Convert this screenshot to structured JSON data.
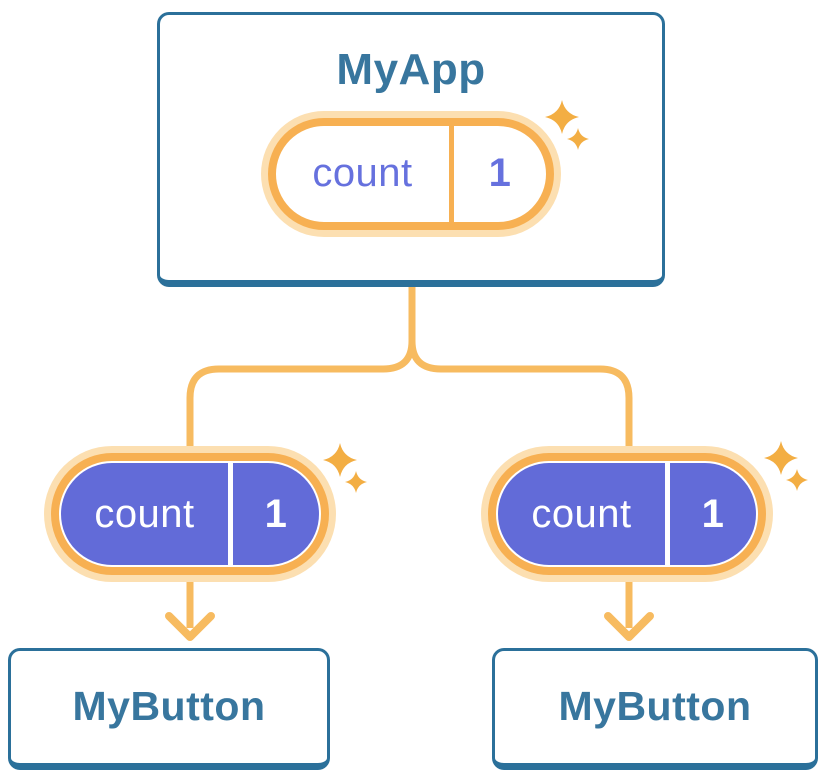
{
  "diagram": {
    "background": "#ffffff",
    "root": {
      "title": "MyApp",
      "state": {
        "name": "count",
        "value": "1"
      }
    },
    "children": [
      {
        "title": "MyButton",
        "state": {
          "name": "count",
          "value": "1"
        }
      },
      {
        "title": "MyButton",
        "state": {
          "name": "count",
          "value": "1"
        }
      }
    ],
    "icons": {
      "sparkle": "sparkle-icon",
      "arrow_down": "arrow-down-icon"
    },
    "colors": {
      "background": "#ffffff",
      "card_border": "#2B709A",
      "card_text": "#38769E",
      "connector": "#F7BB60",
      "pill_ring": "#FCDFB1",
      "pill_border": "#F7B052",
      "pill_fill": "#626BD8",
      "pill_text_purple": "#6671DE",
      "pill_text_white": "#FFFFFF",
      "sparkle": "#F3AE43"
    }
  }
}
